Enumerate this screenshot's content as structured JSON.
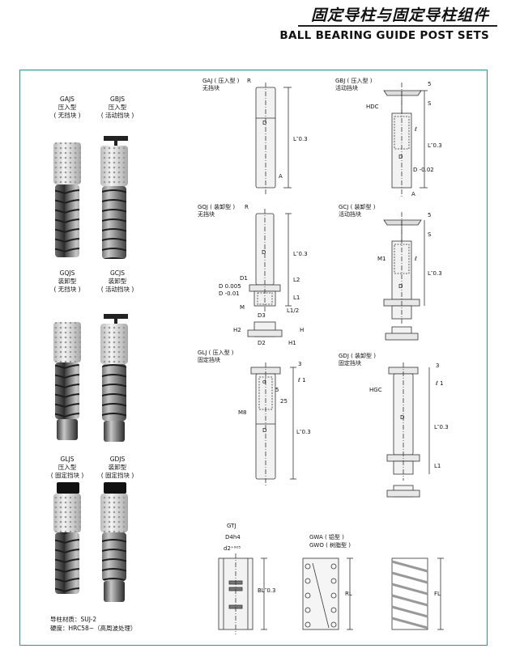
{
  "header": {
    "title_cn": "固定导柱与固定导柱组件",
    "title_en": "BALL BEARING GUIDE POST SETS"
  },
  "products": [
    {
      "code": "GAJS",
      "t1": "压入型",
      "t2": "( 无挡块 )"
    },
    {
      "code": "GBJS",
      "t1": "压入型",
      "t2": "( 活动挡块 )"
    },
    {
      "code": "GQJS",
      "t1": "装卸型",
      "t2": "( 无挡块 )"
    },
    {
      "code": "GCJS",
      "t1": "装卸型",
      "t2": "( 活动挡块 )"
    },
    {
      "code": "GLJS",
      "t1": "压入型",
      "t2": "( 固定挡块 )"
    },
    {
      "code": "GDJS",
      "t1": "装卸型",
      "t2": "( 固定挡块 )"
    }
  ],
  "drawings": {
    "gaj": {
      "title": "GAJ ( 压入型 )",
      "sub": "无挡块",
      "r": "R",
      "d": "D",
      "l": "L″0.3",
      "a": "A"
    },
    "gbj": {
      "title": "GBJ ( 压入型 )",
      "sub": "活动挡块",
      "hdc": "HDC",
      "s5": "5",
      "s": "S",
      "l1": "ℓ",
      "l": "L″0.3",
      "d": "D",
      "d2": "D -0.02",
      "a": "A"
    },
    "gqj": {
      "title": "GQJ ( 装卸型 )",
      "sub": "无挡块",
      "r": "R",
      "d": "D",
      "l": "L″0.3",
      "d1": "D1",
      "dtol": "D 0.005",
      "dtol2": "D -0.01",
      "l2": "L2",
      "l1": "L1",
      "m": "M",
      "d3": "D3",
      "l12": "L1/2",
      "h2": "H2",
      "h": "H",
      "h1": "H1",
      "d2": "D2"
    },
    "gcj": {
      "title": "GCJ ( 装卸型 )",
      "sub": "活动挡块",
      "m1": "M1",
      "s5": "5",
      "s": "S",
      "l1": "ℓ",
      "l": "L″0.3",
      "d": "D"
    },
    "glj": {
      "title": "GLJ ( 压入型 )",
      "sub": "固定挡块",
      "d": "d",
      "m8": "M8",
      "n5": "5",
      "n25": "25",
      "n3": "3",
      "l1": "ℓ 1",
      "dd": "D",
      "l": "L″0.3"
    },
    "gdj": {
      "title": "GDJ ( 装卸型 )",
      "sub": "固定挡块",
      "hgc": "HGC",
      "n3": "3",
      "l1": "ℓ 1",
      "d": "D",
      "l": "L″0.3",
      "ll1": "L1"
    },
    "gtj": {
      "title": "GTJ",
      "d4": "D4h4",
      "d2": "d2⁺⁰⁰⁵",
      "bl": "BL″0.3"
    },
    "gwa": {
      "title": "GWA ( 铝型 )",
      "title2": "GWO ( 树脂型 )",
      "rl": "RL"
    },
    "spring": {
      "fl": "FL"
    }
  },
  "footer": {
    "material": "导柱材质：SUJ-2",
    "hardness": "硬度：HRC58~（高周波处理）"
  }
}
